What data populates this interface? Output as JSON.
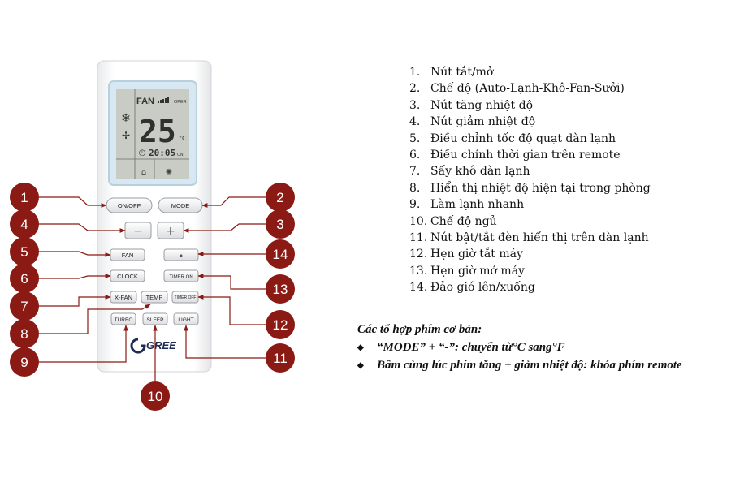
{
  "remote": {
    "display": {
      "fan_label": "FAN",
      "oper_label": "OPER",
      "temperature": "25",
      "unit": "°C",
      "clock": "20:05",
      "clock_suffix": "ON"
    },
    "buttons": {
      "onoff": "ON/OFF",
      "mode": "MODE",
      "minus": "−",
      "plus": "+",
      "fan": "FAN",
      "swing": "⏸",
      "clock": "CLOCK",
      "timer_on": "TIMER ON",
      "xfan": "X-FAN",
      "temp": "TEMP",
      "timer_off": "TIMER OFF",
      "turbo": "TURBO",
      "sleep": "SLEEP",
      "light": "LIGHT"
    },
    "brand": "GREE"
  },
  "callouts": [
    "1",
    "2",
    "3",
    "4",
    "5",
    "6",
    "7",
    "8",
    "9",
    "10",
    "11",
    "12",
    "13",
    "14"
  ],
  "colors": {
    "callout_fill": "#8b1a14",
    "line": "#8b1a14",
    "lcd_glow": "#cfe3ee",
    "lcd_bg": "#c8ccc4"
  },
  "legend": [
    {
      "num": "1.",
      "text": "Nút tắt/mở"
    },
    {
      "num": "2.",
      "text": "Chế độ (Auto-Lạnh-Khô-Fan-Sưởi)"
    },
    {
      "num": "3.",
      "text": "Nút tăng nhiệt độ"
    },
    {
      "num": "4.",
      "text": "Nút giảm nhiệt độ"
    },
    {
      "num": "5.",
      "text": "Điều chỉnh tốc độ quạt dàn lạnh"
    },
    {
      "num": "6.",
      "text": "Điều chỉnh thời gian trên remote"
    },
    {
      "num": "7.",
      "text": "Sấy khô dàn lạnh"
    },
    {
      "num": "8.",
      "text": "Hiển thị nhiệt độ hiện tại trong phòng"
    },
    {
      "num": "9.",
      "text": "Làm lạnh nhanh"
    },
    {
      "num": "10.",
      "text": "Chế độ ngủ"
    },
    {
      "num": "11.",
      "text": "Nút bật/tắt đèn hiển thị trên dàn lạnh"
    },
    {
      "num": "12.",
      "text": "Hẹn giờ tắt máy"
    },
    {
      "num": "13.",
      "text": "Hẹn giờ mở máy"
    },
    {
      "num": "14.",
      "text": "Đảo gió lên/xuống"
    }
  ],
  "combos": {
    "title": "Các tổ hợp phím cơ bản:",
    "items": [
      "“MODE” + “-”: chuyển từ°C sang°F",
      "Bấm cùng lúc phím tăng + giảm nhiệt độ: khóa phím remote"
    ]
  }
}
